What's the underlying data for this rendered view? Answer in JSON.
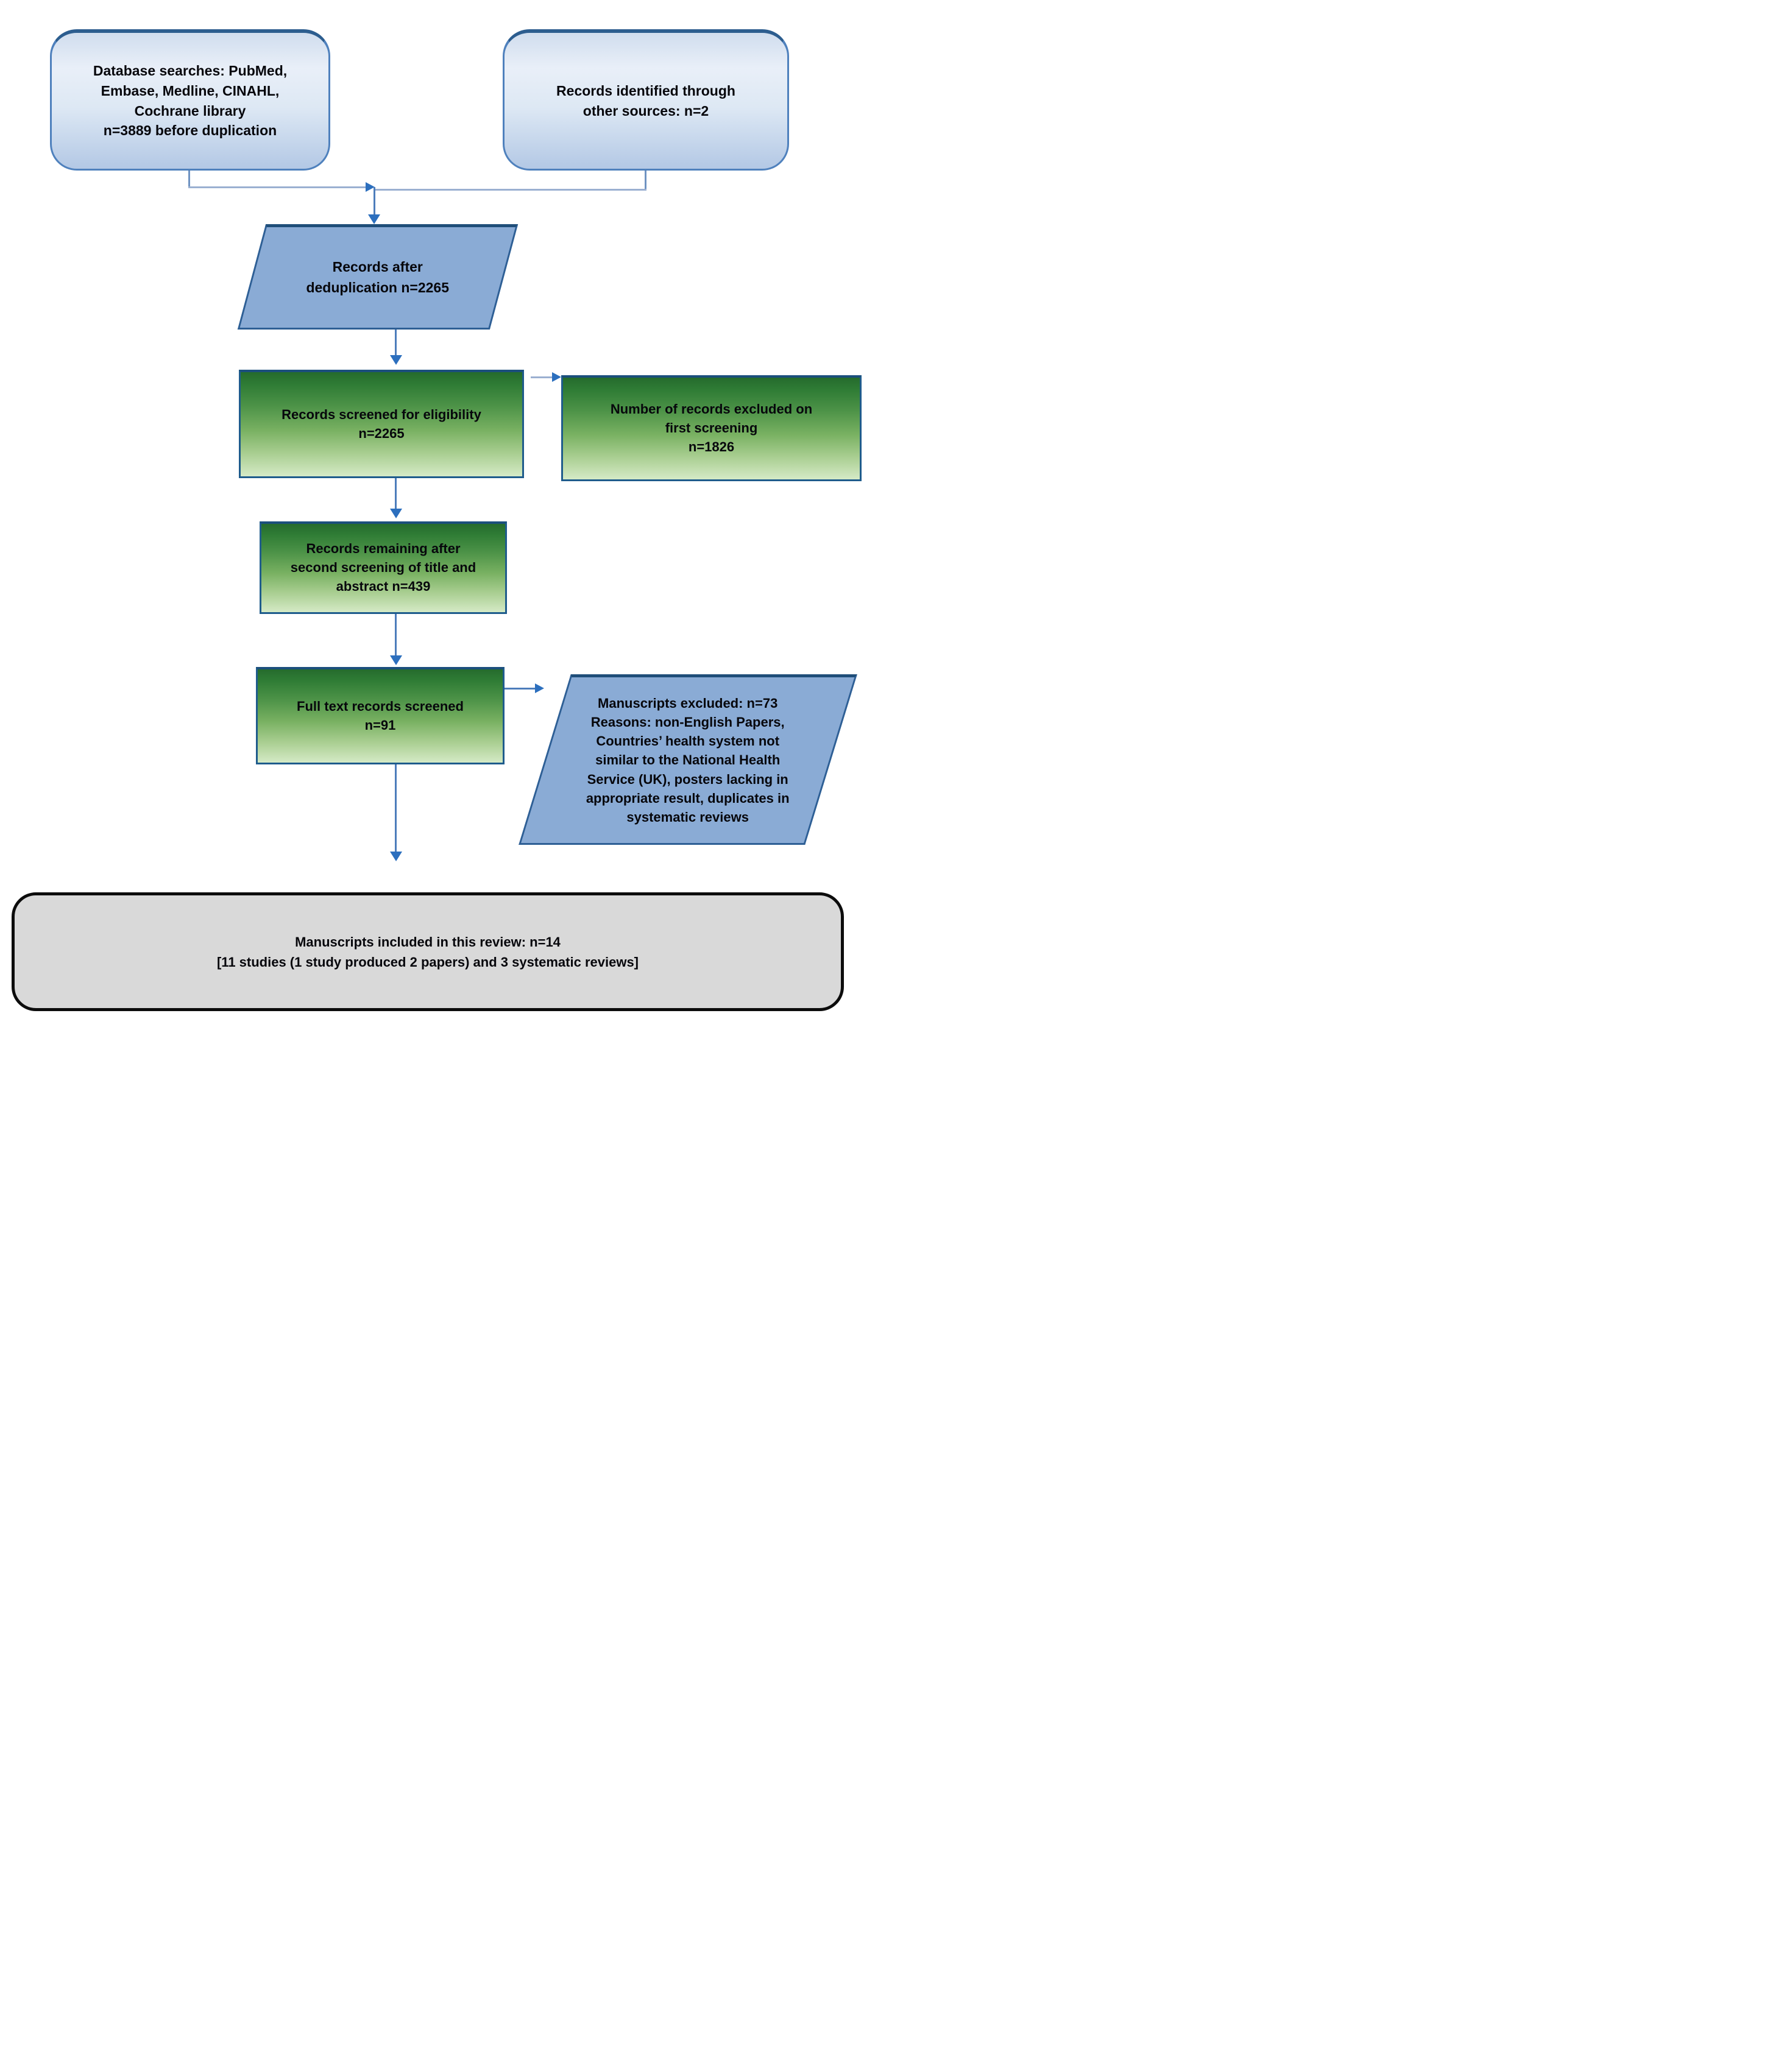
{
  "nodes": {
    "database_searches": {
      "shape": "rounded-rectangle",
      "lines": [
        "Database searches: PubMed,",
        "Embase, Medline, CINAHL,",
        "Cochrane library",
        "n=3889 before duplication"
      ]
    },
    "other_sources": {
      "shape": "rounded-rectangle",
      "lines": [
        "Records identified through",
        "other sources: n=2"
      ]
    },
    "deduplication": {
      "shape": "parallelogram",
      "lines": [
        "Records after",
        "deduplication n=2265"
      ]
    },
    "screened_eligibility": {
      "shape": "rectangle",
      "lines": [
        "Records screened for eligibility",
        "n=2265"
      ]
    },
    "excluded_first_screening": {
      "shape": "rectangle",
      "lines": [
        "Number of records excluded on",
        "first screening",
        "n=1826"
      ]
    },
    "second_screening": {
      "shape": "rectangle",
      "lines": [
        "Records remaining after",
        "second screening of title and",
        "abstract n=439"
      ]
    },
    "full_text_screened": {
      "shape": "rectangle",
      "lines": [
        "Full text records screened",
        "n=91"
      ]
    },
    "manuscripts_excluded": {
      "shape": "parallelogram",
      "lines": [
        "Manuscripts excluded: n=73",
        "Reasons: non-English Papers,",
        "Countries’ health system not",
        "similar to the National Health",
        "Service (UK), posters lacking in",
        "appropriate result, duplicates in",
        "systematic reviews"
      ]
    },
    "manuscripts_included": {
      "shape": "rounded-rectangle",
      "lines": [
        "Manuscripts included in this review: n=14",
        "[11 studies (1 study produced 2 papers) and 3 systematic reviews]"
      ]
    }
  },
  "colors": {
    "blue_box_fill_top": "#d0ddee",
    "blue_box_fill_bottom": "#b3c8e5",
    "blue_box_border": "#4f81bd",
    "parallelogram_fill": "#8aabd5",
    "parallelogram_border": "#2e5f95",
    "green_box_fill_top": "#256b2d",
    "green_box_fill_bottom": "#d5eac6",
    "green_box_border": "#1f5c8c",
    "gray_box_fill": "#d9d9d9",
    "gray_box_border": "#0c0c0c",
    "arrow_line": "#4d7dbb",
    "arrow_head": "#2c6fbe"
  }
}
